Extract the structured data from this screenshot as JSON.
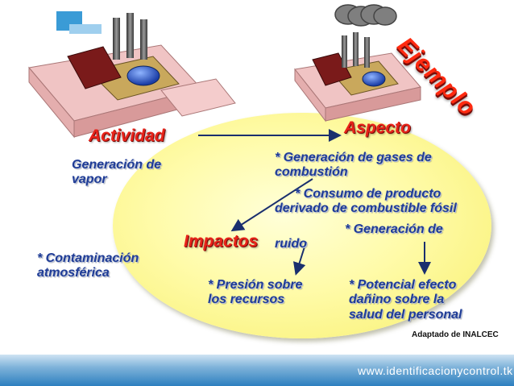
{
  "diagram": {
    "corner_title": "Ejemplo",
    "actividad": {
      "title": "Actividad",
      "lines": [
        "Generación de",
        "vapor"
      ]
    },
    "aspecto": {
      "title": "Aspecto",
      "items": [
        [
          "* Generación de gases de",
          "combustión"
        ],
        [
          "* Consumo de producto",
          "derivado de combustible fósil"
        ],
        [
          "* Generación de",
          "ruido"
        ]
      ]
    },
    "impactos": {
      "title": "Impactos",
      "items": [
        [
          "* Contaminación",
          "atmosférica"
        ],
        [
          "* Presión sobre",
          "los recursos"
        ],
        [
          "* Potencial efecto",
          "dañino sobre la",
          "salud del personal"
        ]
      ]
    },
    "credit": "Adaptado de INALCEC"
  },
  "footer": {
    "url": "www.identificacionycontrol.tk"
  },
  "colors": {
    "title_red": "#e8231a",
    "text_blue": "#1f3c96",
    "ellipse": "#fffba8",
    "footer": "#2d7fbf"
  }
}
